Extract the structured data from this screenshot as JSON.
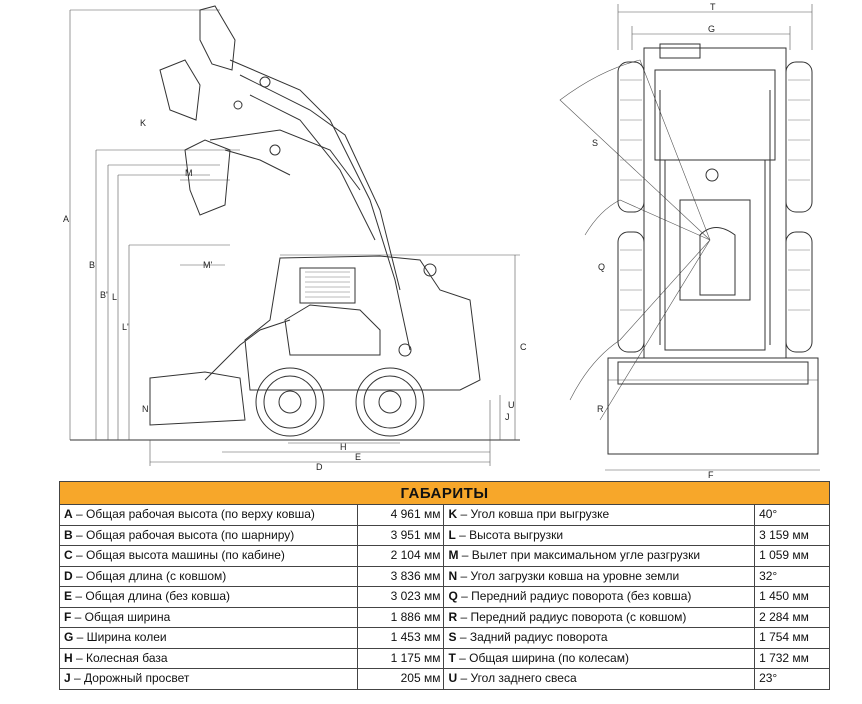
{
  "drawing_labels": {
    "side": [
      "A",
      "B",
      "B'",
      "C",
      "D",
      "E",
      "H",
      "J",
      "K",
      "L",
      "L'",
      "M",
      "M'",
      "N",
      "U"
    ],
    "front": [
      "T",
      "G",
      "F",
      "S",
      "Q",
      "R"
    ]
  },
  "table": {
    "header": "ГАБАРИТЫ",
    "rows": [
      {
        "lkey": "A",
        "ltext": " – Общая рабочая высота (по верху ковша)",
        "lval": "4 961 мм",
        "rkey": "K",
        "rtext": " – Угол ковша при выгрузке",
        "rval": "40°"
      },
      {
        "lkey": "B",
        "ltext": " – Общая рабочая высота (по шарниру)",
        "lval": "3 951 мм",
        "rkey": "L",
        "rtext": " – Высота выгрузки",
        "rval": "3 159 мм"
      },
      {
        "lkey": "C",
        "ltext": " – Общая высота машины (по кабине)",
        "lval": "2 104 мм",
        "rkey": "M",
        "rtext": " – Вылет при максимальном угле разгрузки",
        "rval": "1 059 мм"
      },
      {
        "lkey": "D",
        "ltext": " – Общая длина (с ковшом)",
        "lval": "3 836 мм",
        "rkey": "N",
        "rtext": " – Угол загрузки ковша на уровне земли",
        "rval": "32°"
      },
      {
        "lkey": "E",
        "ltext": " – Общая длина (без ковша)",
        "lval": "3 023 мм",
        "rkey": "Q",
        "rtext": " – Передний радиус поворота (без ковша)",
        "rval": "1 450 мм"
      },
      {
        "lkey": "F",
        "ltext": " – Общая ширина",
        "lval": "1 886 мм",
        "rkey": "R",
        "rtext": " – Передний радиус поворота (с ковшом)",
        "rval": "2 284 мм"
      },
      {
        "lkey": "G",
        "ltext": " – Ширина колеи",
        "lval": "1 453 мм",
        "rkey": "S",
        "rtext": " – Задний радиус поворота",
        "rval": "1 754 мм"
      },
      {
        "lkey": "H",
        "ltext": " – Колесная база",
        "lval": "1 175 мм",
        "rkey": "T",
        "rtext": " – Общая ширина (по колесам)",
        "rval": "1 732 мм"
      },
      {
        "lkey": "J",
        "ltext": " – Дорожный просвет",
        "lval": "205 мм",
        "rkey": "U",
        "rtext": " – Угол заднего свеса",
        "rval": "23°"
      }
    ]
  }
}
